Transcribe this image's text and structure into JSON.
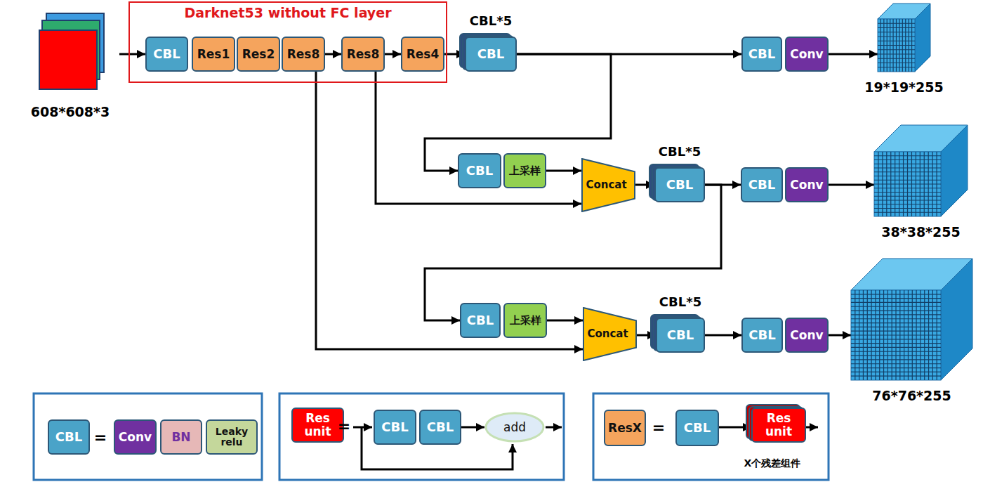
{
  "diagram": {
    "nodes": [
      {
        "text": [
          "608*608*3"
        ]
      },
      {
        "text": [
          "Darknet53 without FC layer"
        ]
      },
      {
        "text": [
          "CBL"
        ],
        "in": 1
      },
      {
        "text": [
          "Res1"
        ],
        "in": 1
      },
      {
        "text": [
          "Res2"
        ],
        "in": 1
      },
      {
        "text": [
          "Res8"
        ],
        "in": 1
      },
      {
        "text": [
          "Res8"
        ],
        "in": 1
      },
      {
        "text": [
          "Res4"
        ],
        "in": 1
      },
      {
        "text": [
          "CBL*5",
          "CBL"
        ]
      },
      {
        "text": [
          "CBL"
        ]
      },
      {
        "text": [
          "Conv"
        ]
      },
      {
        "text": [
          "19*19*255"
        ]
      },
      {
        "text": [
          "CBL"
        ]
      },
      {
        "text": [
          "上采样"
        ]
      },
      {
        "text": [
          "Concat"
        ]
      },
      {
        "text": [
          "CBL*5",
          "CBL"
        ]
      },
      {
        "text": [
          "CBL"
        ]
      },
      {
        "text": [
          "Conv"
        ]
      },
      {
        "text": [
          "38*38*255"
        ]
      },
      {
        "text": [
          "CBL"
        ]
      },
      {
        "text": [
          "上采样"
        ]
      },
      {
        "text": [
          "Concat"
        ]
      },
      {
        "text": [
          "CBL*5",
          "CBL"
        ]
      },
      {
        "text": [
          "CBL"
        ]
      },
      {
        "text": [
          "Conv"
        ]
      },
      {
        "text": [
          "76*76*255"
        ]
      },
      {
        "text": [
          "CBL"
        ]
      },
      {
        "text": [
          "Conv"
        ]
      },
      {
        "text": [
          "BN"
        ]
      },
      {
        "text": [
          "Leaky relu"
        ]
      },
      {
        "text": [
          "Res unit"
        ]
      },
      {
        "text": [
          "CBL"
        ]
      },
      {
        "text": [
          "CBL"
        ]
      },
      {
        "text": [
          "add"
        ]
      },
      {
        "text": [
          "ResX"
        ]
      },
      {
        "text": [
          "CBL"
        ]
      },
      {
        "text": [
          "Res unit"
        ]
      }
    ],
    "edges": [
      {
        "from": 0,
        "to": 2,
        "arrow": "to"
      },
      {
        "from": 5,
        "to": 6,
        "arrow": "to"
      },
      {
        "from": 6,
        "to": 7,
        "arrow": "to"
      },
      {
        "from": 7,
        "to": 8,
        "arrow": "to"
      },
      {
        "from": 8,
        "to": 9,
        "arrow": "to"
      },
      {
        "from": 10,
        "to": 11,
        "arrow": "to"
      },
      {
        "from": 8,
        "to": 12,
        "arrow": "to"
      },
      {
        "from": 6,
        "to": 14,
        "arrow": "to"
      },
      {
        "from": 5,
        "to": 21,
        "arrow": "to"
      },
      {
        "from": 13,
        "to": 14,
        "arrow": "to"
      },
      {
        "from": 14,
        "to": 15,
        "arrow": "to"
      },
      {
        "from": 15,
        "to": 16,
        "arrow": "to"
      },
      {
        "from": 17,
        "to": 18,
        "arrow": "to"
      },
      {
        "from": 15,
        "to": 19,
        "arrow": "to"
      },
      {
        "from": 20,
        "to": 21,
        "arrow": "to"
      },
      {
        "from": 21,
        "to": 22,
        "arrow": "to"
      },
      {
        "from": 22,
        "to": 23,
        "arrow": "to"
      },
      {
        "from": 24,
        "to": 25,
        "arrow": "to"
      },
      {
        "from": 32,
        "to": 33,
        "arrow": "to"
      },
      {
        "from": 35,
        "to": 36,
        "arrow": "to"
      }
    ],
    "labels": [
      "=",
      "=",
      "=",
      "X个残差组件"
    ]
  }
}
